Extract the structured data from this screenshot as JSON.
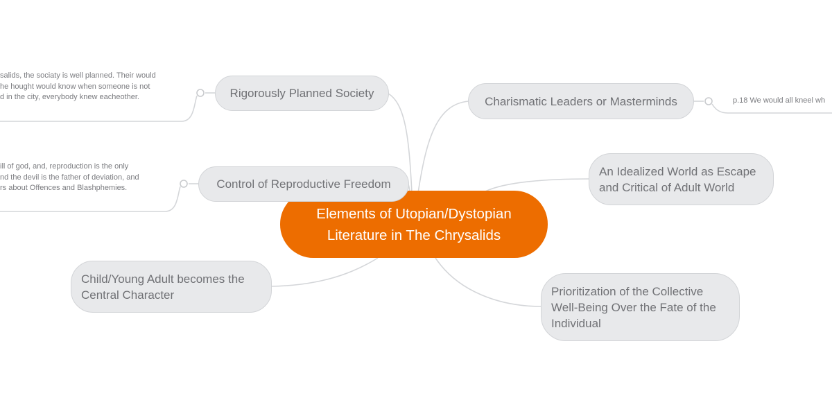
{
  "map": {
    "title": "Elements of Utopian/Dystopian Literature in The Chrysalids",
    "root_color": "#ed6d00",
    "topics": [
      {
        "id": "rigorously-planned-society",
        "label": "Rigorously Planned Society",
        "side": "left",
        "note_lines": [
          "salids, the sociaty is well planned. Their would",
          "he hought would know when someone is not",
          "d in the city, everybody knew eacheother."
        ]
      },
      {
        "id": "control-of-reproductive-freedom",
        "label": "Control of Reproductive Freedom",
        "side": "left",
        "note_lines": [
          "ill of god, and, reproduction is the only",
          "nd the devil is the father of deviation, and",
          "rs about Offences and Blashphemies."
        ]
      },
      {
        "id": "child-young-adult",
        "label": "Child/Young Adult becomes the Central Character",
        "side": "left"
      },
      {
        "id": "charismatic-leaders",
        "label": "Charismatic Leaders or Masterminds",
        "side": "right",
        "note_lines": [
          "p.18 We would all kneel wh"
        ]
      },
      {
        "id": "idealized-world",
        "label": "An Idealized World as Escape and Critical of Adult World",
        "side": "right"
      },
      {
        "id": "collective-well-being",
        "label": "Prioritization of the Collective Well-Being Over the Fate of the Individual",
        "side": "right"
      }
    ]
  }
}
